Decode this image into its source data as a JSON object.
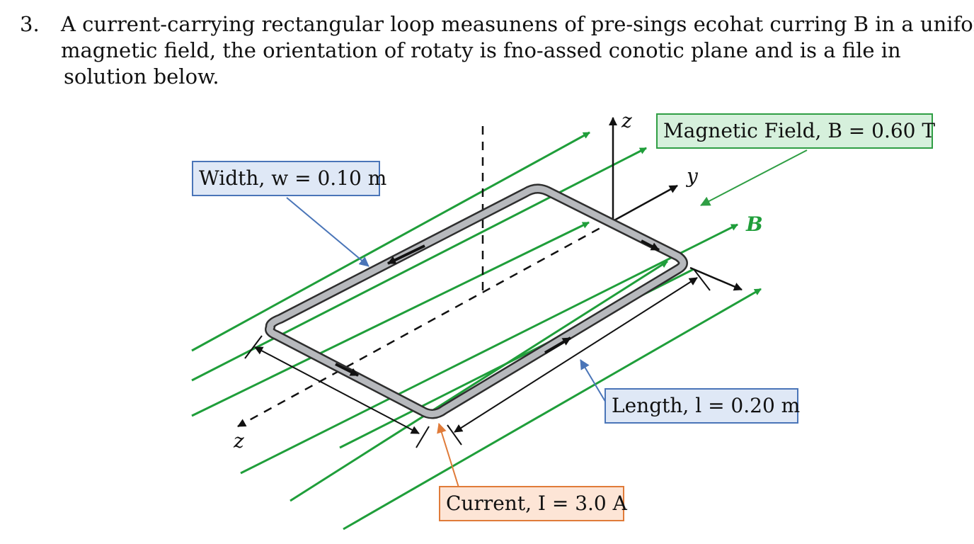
{
  "problem": {
    "number": "3.",
    "line1": "A current-carrying rectangular loop measunens of pre-sings ecohat curring B in a uniform",
    "line2": "magnetic field, the orientation of rotaty is fno-assed conotic plane and is a file in",
    "line3": "solution below."
  },
  "labels": {
    "width": "Width, w = 0.10 m",
    "length": "Length, l = 0.20 m",
    "field": "Magnetic Field, B = 0.60 T",
    "current": "Current, I = 3.0 A"
  },
  "axes": {
    "z_top": "z",
    "y": "y",
    "z_bottom": "z",
    "b_field": "B"
  },
  "values": {
    "width_m": 0.1,
    "length_m": 0.2,
    "field_T": 0.6,
    "current_A": 3.0
  },
  "colors": {
    "field_lines": "#1f9e3a",
    "loop_fill": "#b7b9bd",
    "loop_stroke": "#3a3a3a",
    "width_callout": "#4a75b8",
    "length_callout": "#4a75b8",
    "field_callout": "#2f9e44",
    "current_callout": "#e07b39"
  }
}
